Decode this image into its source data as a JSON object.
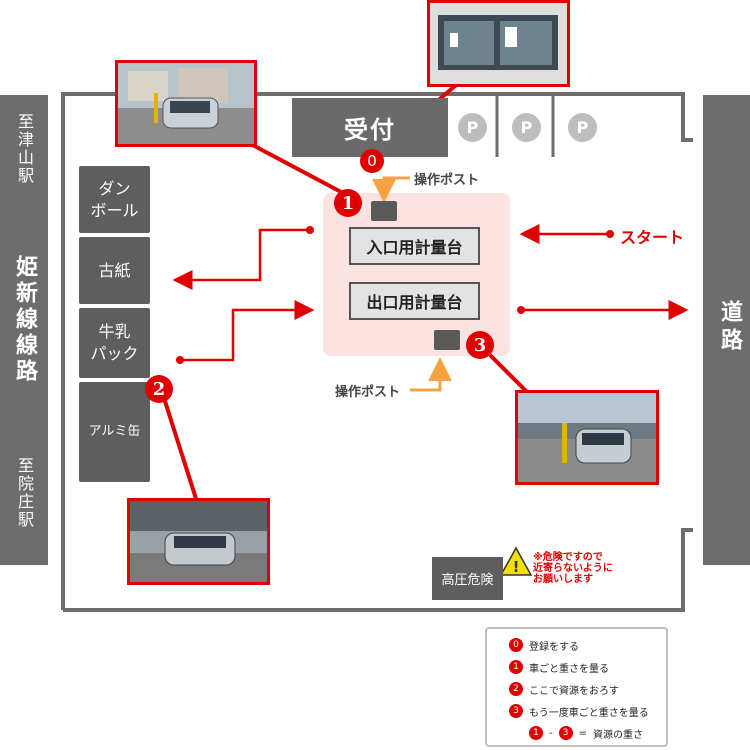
{
  "left_road": {
    "station_top": "至津山駅",
    "line_name": "姫新線線路",
    "station_bottom": "至院庄駅"
  },
  "right_road": {
    "label": "道路"
  },
  "reception": {
    "label": "受付"
  },
  "parking": {
    "label": "P"
  },
  "bins": [
    {
      "label": "ダン\nボール"
    },
    {
      "label": "古紙"
    },
    {
      "label": "牛乳\nパック"
    },
    {
      "label": "アルミ缶"
    }
  ],
  "scales": {
    "entry": "入口用計量台",
    "exit": "出口用計量台"
  },
  "operation_post_label": "操作ポスト",
  "start_label": "スタート",
  "hazard": {
    "label": "高圧危険",
    "warning": "※危険ですので\n近寄らないように\nお願いします"
  },
  "markers": [
    "0",
    "1",
    "2",
    "3"
  ],
  "legend": {
    "items": [
      {
        "num": "0",
        "text": "登録をする"
      },
      {
        "num": "1",
        "text": "車ごと重さを量る"
      },
      {
        "num": "2",
        "text": "ここで資源をおろす"
      },
      {
        "num": "3",
        "text": "もう一度車ごと重さを量る"
      }
    ],
    "formula": {
      "a": "1",
      "dash": "-",
      "b": "3",
      "eq": "=",
      "text": "資源の重さ"
    }
  },
  "colors": {
    "accent_red": "#e00000",
    "road_gray": "#6d6d6d",
    "bin_gray": "#5e5e5e",
    "scale_zone": "#fde2e2",
    "arrow_orange": "#f4a340"
  }
}
